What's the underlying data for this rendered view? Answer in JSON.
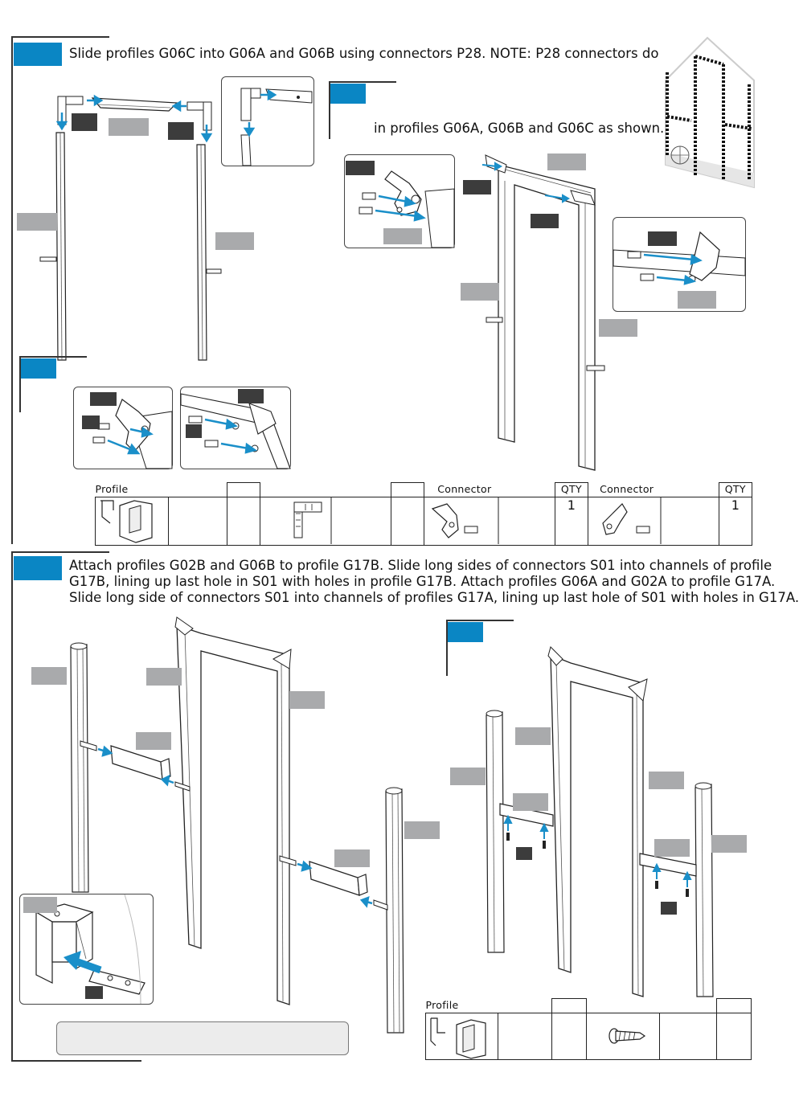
{
  "step1": {
    "instruction": "Slide profiles G06C into G06A and G06B using connectors P28. NOTE: P28 connectors do",
    "substep_text": "in profiles G06A, G06B and G06C as shown."
  },
  "parts_table_top": {
    "col1_header": "Profile",
    "col5_header": "Connector",
    "col6_header": "QTY",
    "col7_header": "Connector",
    "col8_header": "QTY",
    "qty_a": "1",
    "qty_b": "1"
  },
  "step2": {
    "instruction_line1": "Attach profiles G02B and G06B to profile G17B. Slide long sides of connectors S01 into channels of profile",
    "instruction_line2": "G17B, lining up last hole in S01 with holes in profile G17B. Attach profiles G06A and G02A to profile G17A.",
    "instruction_line3": "Slide long side of connectors S01 into channels of profiles G17A, lining up last hole of S01 with holes in G17A."
  },
  "parts_table_bottom": {
    "col1_header": "Profile"
  },
  "colors": {
    "accent": "#0a86c4",
    "arrow": "#1a8fc9",
    "label_grey": "#a9aaac",
    "label_dark": "#3c3c3c"
  }
}
